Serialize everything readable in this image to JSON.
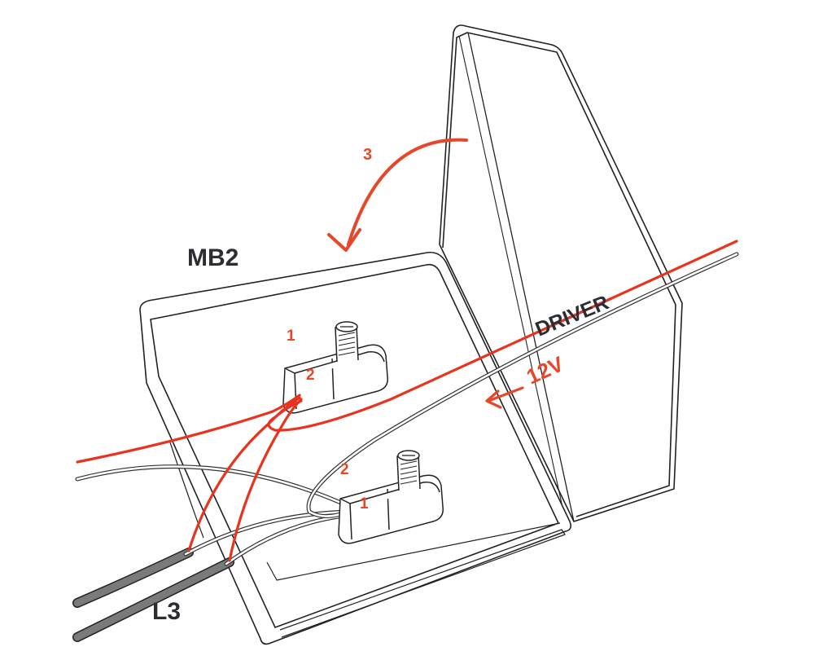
{
  "labels": {
    "box_name": "MB2",
    "cable_name": "L3",
    "driver": "DRIVER",
    "voltage": "12V",
    "step": "3",
    "terminal_a_top": "1",
    "terminal_a_inner": "2",
    "terminal_b_top": "2",
    "terminal_b_inner": "1"
  },
  "colors": {
    "wire_red": "#e8331f",
    "label_red": "#e8462a",
    "outline": "#222222",
    "label_dark": "#2b2d33",
    "cable_gray": "#6f6f6f"
  }
}
